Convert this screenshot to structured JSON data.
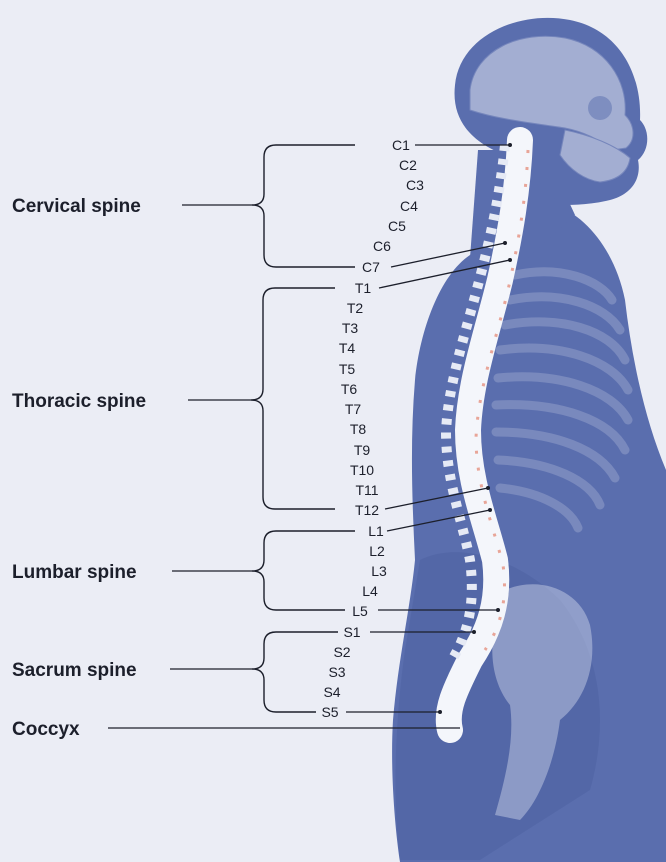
{
  "regions": {
    "cervical": {
      "label": "Cervical spine",
      "vertebrae": [
        "C1",
        "C2",
        "C3",
        "C4",
        "C5",
        "C6",
        "C7"
      ]
    },
    "thoracic": {
      "label": "Thoracic spine",
      "vertebrae": [
        "T1",
        "T2",
        "T3",
        "T4",
        "T5",
        "T6",
        "T7",
        "T8",
        "T9",
        "T10",
        "T11",
        "T12"
      ]
    },
    "lumbar": {
      "label": "Lumbar spine",
      "vertebrae": [
        "L1",
        "L2",
        "L3",
        "L4",
        "L5"
      ]
    },
    "sacrum": {
      "label": "Sacrum spine",
      "vertebrae": [
        "S1",
        "S2",
        "S3",
        "S4",
        "S5"
      ]
    },
    "coccyx": {
      "label": "Coccyx"
    }
  },
  "colors": {
    "background": "#ebedf5",
    "body": "#5a6eae",
    "body_shadow": "#4a5d9c",
    "bone": "#f4f6fb",
    "bone_outline": "#c9d0e4",
    "disc": "#e8a598",
    "ink": "#1c1f2b"
  }
}
